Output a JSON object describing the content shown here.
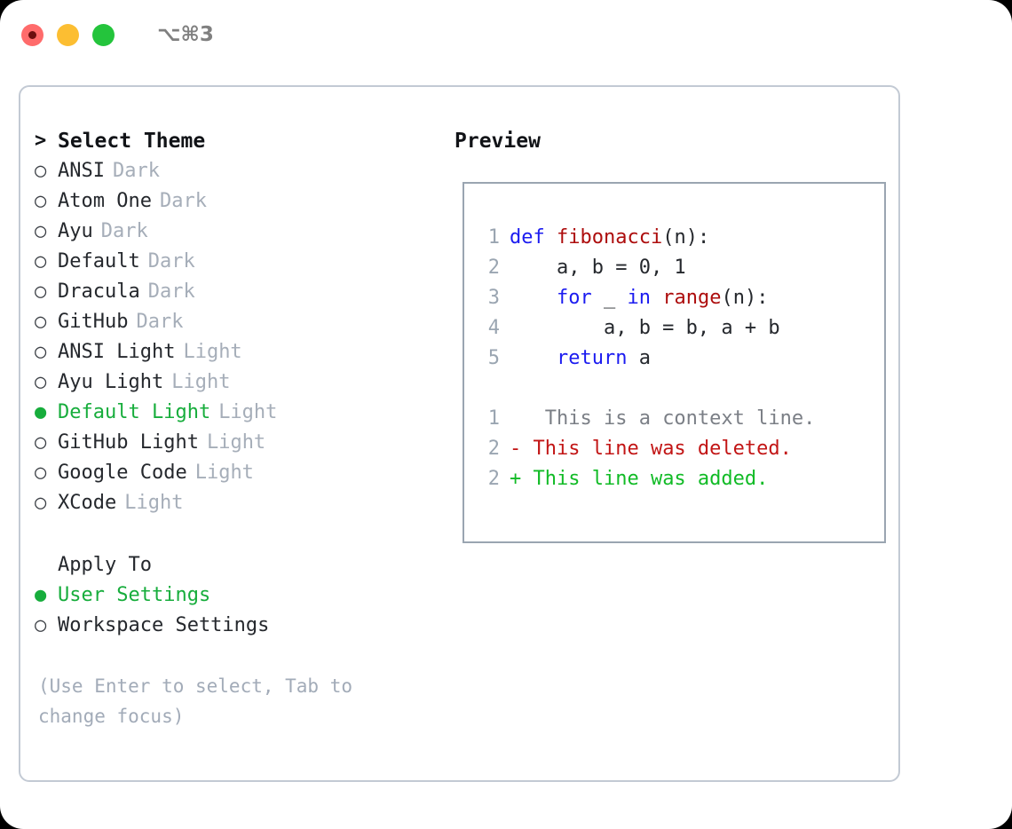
{
  "titlebar": {
    "shortcut": "⌥⌘3",
    "dots": [
      {
        "name": "close",
        "color": "#ff6b6b",
        "inner": "#6b0f0f"
      },
      {
        "name": "minimize",
        "color": "#fcbe32",
        "inner": ""
      },
      {
        "name": "maximize",
        "color": "#24c43c",
        "inner": ""
      }
    ]
  },
  "theme_panel": {
    "header": {
      "marker": ">",
      "label": "Select Theme"
    },
    "items": [
      {
        "marker": "○",
        "label": "ANSI",
        "tag": "Dark",
        "selected": false
      },
      {
        "marker": "○",
        "label": "Atom One",
        "tag": "Dark",
        "selected": false
      },
      {
        "marker": "○",
        "label": "Ayu",
        "tag": "Dark",
        "selected": false
      },
      {
        "marker": "○",
        "label": "Default",
        "tag": "Dark",
        "selected": false
      },
      {
        "marker": "○",
        "label": "Dracula",
        "tag": "Dark",
        "selected": false
      },
      {
        "marker": "○",
        "label": "GitHub",
        "tag": "Dark",
        "selected": false
      },
      {
        "marker": "○",
        "label": "ANSI Light",
        "tag": "Light",
        "selected": false
      },
      {
        "marker": "○",
        "label": "Ayu Light",
        "tag": "Light",
        "selected": false
      },
      {
        "marker": "●",
        "label": "Default Light",
        "tag": "Light",
        "selected": true
      },
      {
        "marker": "○",
        "label": "GitHub Light",
        "tag": "Light",
        "selected": false
      },
      {
        "marker": "○",
        "label": "Google Code",
        "tag": "Light",
        "selected": false
      },
      {
        "marker": "○",
        "label": "XCode",
        "tag": "Light",
        "selected": false
      }
    ]
  },
  "apply_to": {
    "header": {
      "marker": " ",
      "label": "Apply To"
    },
    "options": [
      {
        "marker": "●",
        "label": "User Settings",
        "selected": true
      },
      {
        "marker": "○",
        "label": "Workspace Settings",
        "selected": false
      }
    ]
  },
  "hint": "(Use Enter to select, Tab to change focus)",
  "preview": {
    "title": "Preview",
    "code_lines": [
      {
        "no": "1",
        "segments": [
          {
            "t": "def ",
            "c": "kw"
          },
          {
            "t": "fibonacci",
            "c": "fn"
          },
          {
            "t": "(n):",
            "c": "pl"
          }
        ]
      },
      {
        "no": "2",
        "segments": [
          {
            "t": "    a, b = 0, 1",
            "c": "pl"
          }
        ]
      },
      {
        "no": "3",
        "segments": [
          {
            "t": "    ",
            "c": "pl"
          },
          {
            "t": "for",
            "c": "kw"
          },
          {
            "t": " _ ",
            "c": "pl"
          },
          {
            "t": "in",
            "c": "kw"
          },
          {
            "t": " ",
            "c": "pl"
          },
          {
            "t": "range",
            "c": "fn"
          },
          {
            "t": "(n):",
            "c": "pl"
          }
        ]
      },
      {
        "no": "4",
        "segments": [
          {
            "t": "        a, b = b, a + b",
            "c": "pl"
          }
        ]
      },
      {
        "no": "5",
        "segments": [
          {
            "t": "    ",
            "c": "pl"
          },
          {
            "t": "return",
            "c": "kw"
          },
          {
            "t": " a",
            "c": "pl"
          }
        ]
      }
    ],
    "diff_lines": [
      {
        "no": "1",
        "sign": " ",
        "text": "  This is a context line.",
        "kind": "ctx"
      },
      {
        "no": "2",
        "sign": "-",
        "text": " This line was deleted.",
        "kind": "del"
      },
      {
        "no": "2",
        "sign": "+",
        "text": " This line was added.",
        "kind": "add"
      }
    ]
  },
  "colors": {
    "accent_green": "#17ad3c",
    "keyword_blue": "#1b1bf0",
    "function_red": "#ad0d0d",
    "diff_delete": "#c21515",
    "diff_add": "#11bb26",
    "muted_gray": "#a6aeb9",
    "border": "#9aa5b1"
  }
}
